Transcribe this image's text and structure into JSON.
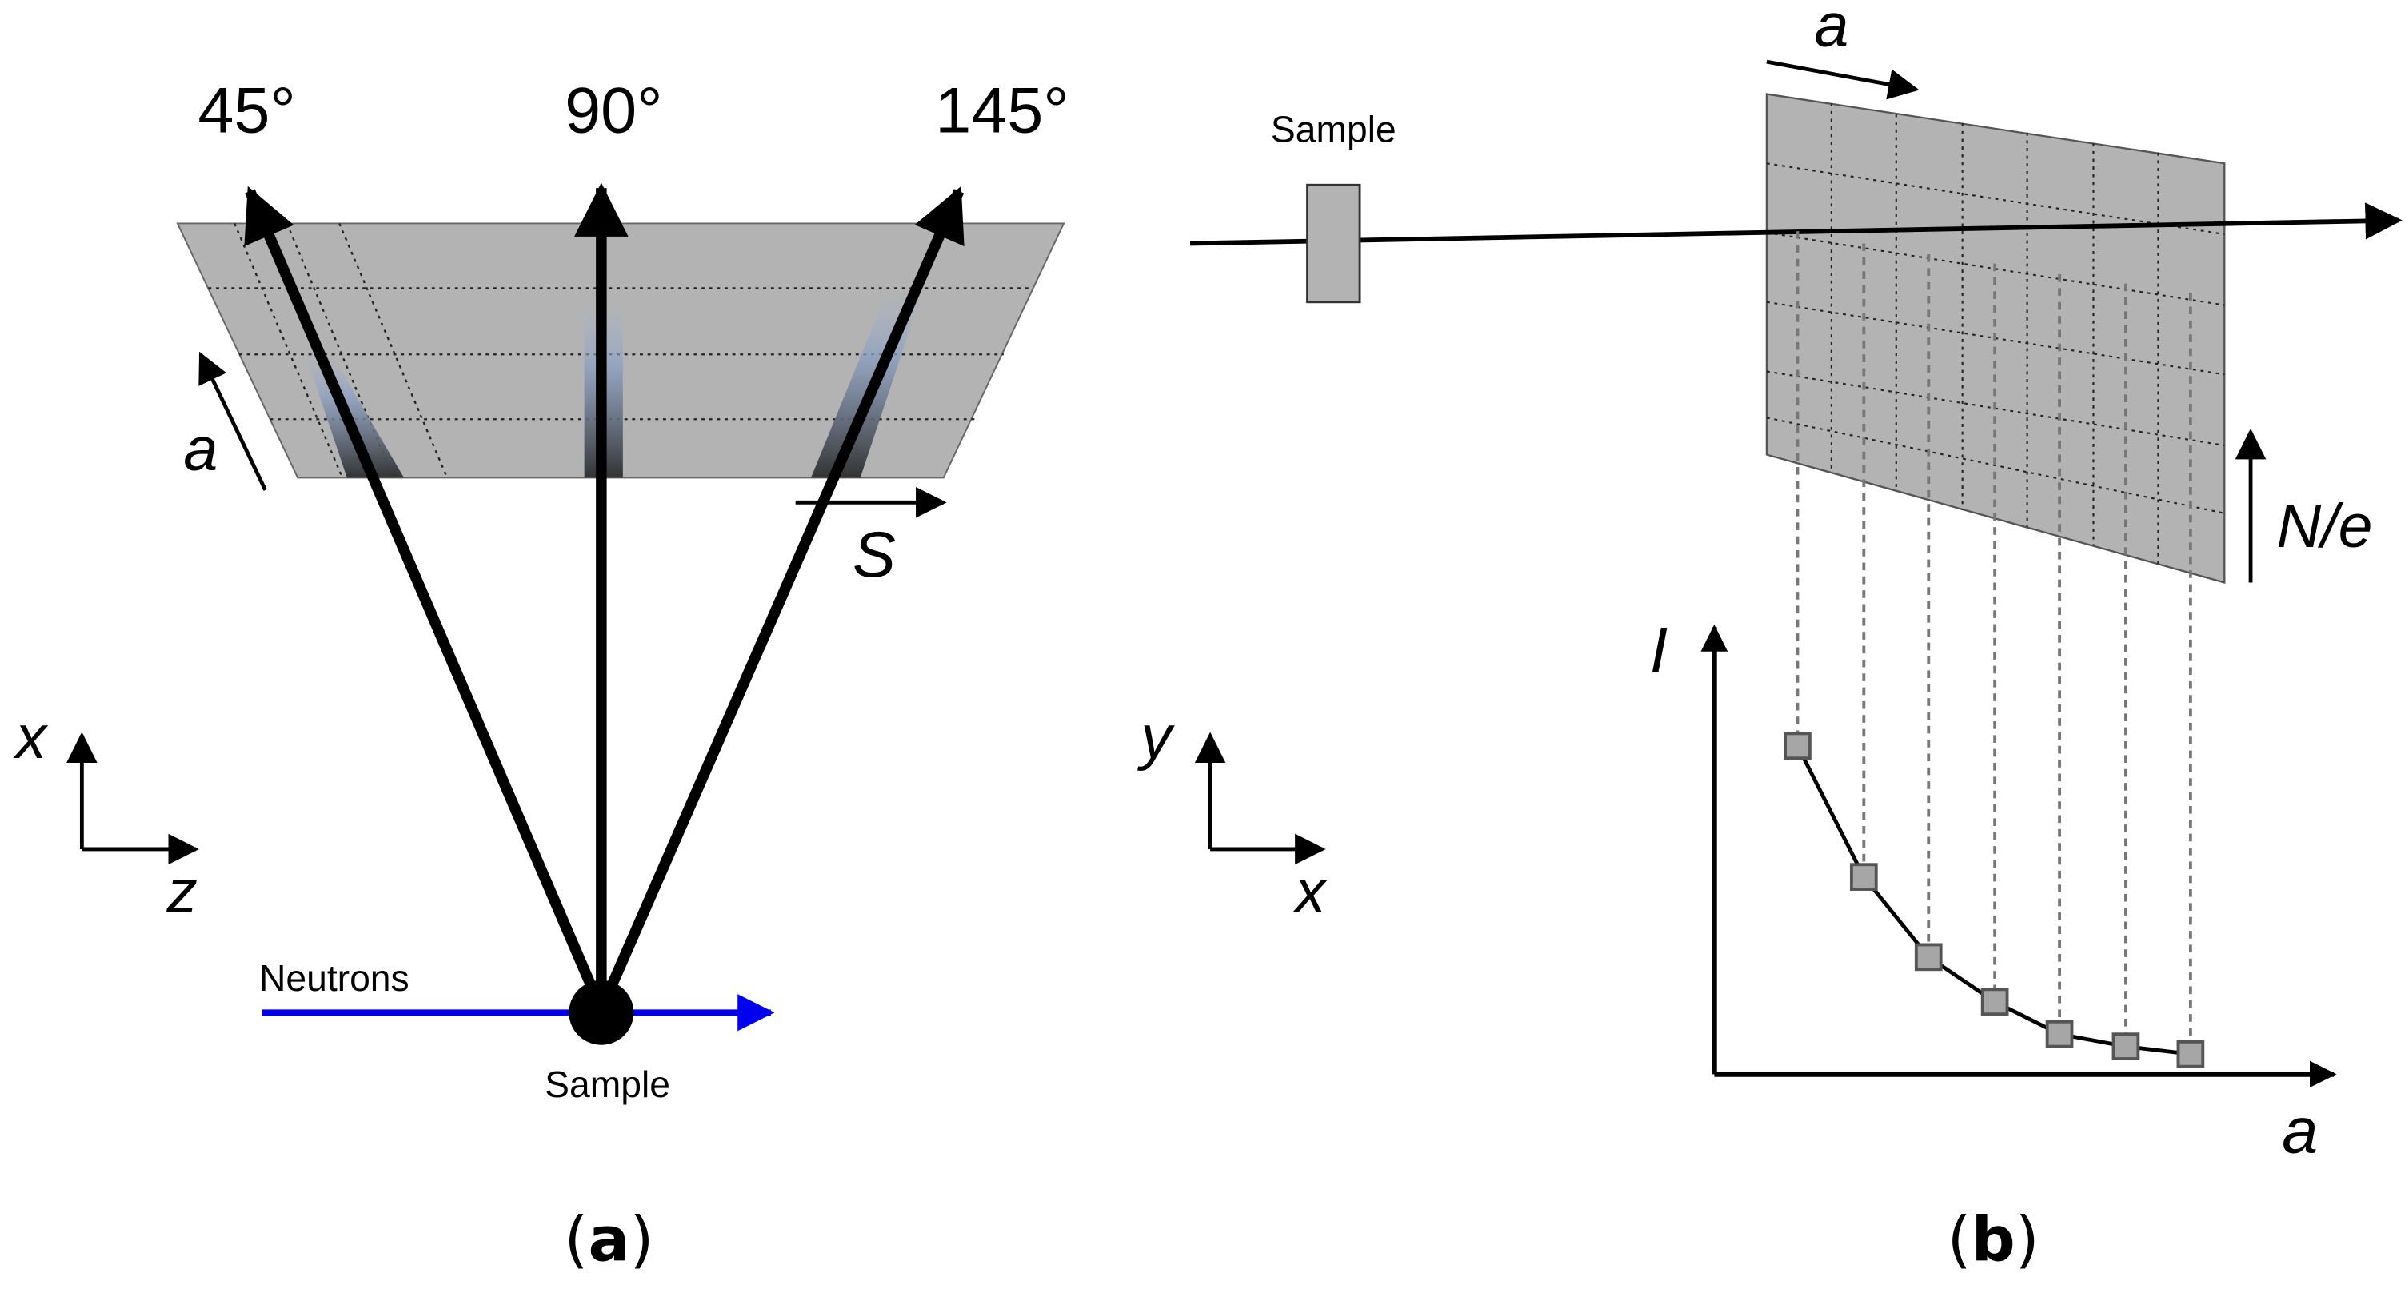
{
  "panel_a": {
    "angles": [
      "45°",
      "90°",
      "145°"
    ],
    "direction_a": "a",
    "direction_s": "S",
    "axis_x": "x",
    "axis_z": "z",
    "beam_label": "Neutrons",
    "sample_label": "Sample",
    "caption_open": "(",
    "caption_letter": "a",
    "caption_close": ")",
    "colors": {
      "beam": "#0000ee",
      "detector": "#b3b3b3"
    }
  },
  "panel_b": {
    "sample_label": "Sample",
    "direction_a": "a",
    "direction_ne": "N/e",
    "axis_y": "y",
    "axis_x": "x",
    "plot_ylabel": "I",
    "plot_xlabel": "a",
    "caption_open": "(",
    "caption_letter": "b",
    "caption_close": ")",
    "colors": {
      "detector": "#b3b3b3",
      "marker": "#a6a6a6"
    }
  }
}
